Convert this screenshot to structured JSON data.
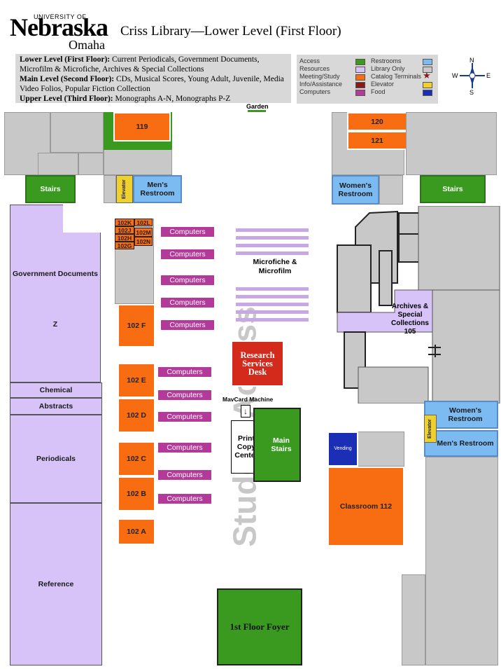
{
  "logo": {
    "university": "UNIVERSITY OF",
    "name": "Nebraska",
    "city": "Omaha"
  },
  "title": "Criss Library—Lower Level (First Floor)",
  "levels": [
    {
      "label": "Lower Level (First Floor):",
      "text": " Current Periodicals, Government Documents, Microfilm & Microfiche, Archives & Special Collections"
    },
    {
      "label": "Main Level (Second Floor):",
      "text": " CDs, Musical Scores, Young Adult, Juvenile, Media Video Folios, Popular Fiction Collection"
    },
    {
      "label": "Upper Level (Third Floor):",
      "text": " Monographs A-N, Monographs P-Z"
    }
  ],
  "legend": {
    "items": [
      {
        "label": "Access",
        "color": "#3a9a20",
        "icon": ""
      },
      {
        "label": "Resources",
        "color": "#d7c3f7",
        "icon": ""
      },
      {
        "label": "Meeting/Study",
        "color": "#f86c12",
        "icon": ""
      },
      {
        "label": "Info/Assistance",
        "color": "#d42a1c",
        "icon": ""
      },
      {
        "label": "Computers",
        "color": "#b43a9a",
        "icon": ""
      },
      {
        "label": "Restrooms",
        "color": "#7cbaf2",
        "icon": ""
      },
      {
        "label": "Library Only",
        "color": "#c8c8c8",
        "icon": ""
      },
      {
        "label": "Catalog Terminals",
        "color": "",
        "icon": "star-icon"
      },
      {
        "label": "Elevator",
        "color": "#f0d02a",
        "icon": ""
      },
      {
        "label": "Food",
        "color": "#1a2fb6",
        "icon": ""
      }
    ]
  },
  "compass": {
    "n": "N",
    "s": "S",
    "e": "E",
    "w": "W"
  },
  "rooms": {
    "garden": "Garden",
    "r119": "119",
    "r120": "120",
    "r121": "121",
    "stairs_left": "Stairs",
    "stairs_right": "Stairs",
    "elevator": "Elevator",
    "mens_restroom_top": "Men's Restroom",
    "womens_restroom_top": "Women's Restroom",
    "gov_docs": "Government Documents",
    "z": "Z",
    "chemical": "Chemical",
    "abstracts": "Abstracts",
    "periodicals": "Periodicals",
    "reference": "Reference",
    "r102k": "102K",
    "r102l": "102L",
    "r102j": "102J",
    "r102m": "102M",
    "r102h": "102H",
    "r102n": "102N",
    "r102g": "102G",
    "r102f": "102 F",
    "r102e": "102 E",
    "r102d": "102 D",
    "r102c": "102 C",
    "r102b": "102 B",
    "r102a": "102 A",
    "computers": "Computers",
    "microfiche": "Microfiche & Microfilm",
    "archives": "Archives & Special Collections 105",
    "research_desk": "Research Services Desk",
    "mavcard": "MavCard Machine",
    "print_copy": "Print Copy Center",
    "main_stairs": "Main Stairs",
    "womens_restroom_right": "Women's Restroom",
    "mens_restroom_right": "Men's Restroom",
    "elevator_right": "Elevator",
    "food": "Vending",
    "classroom": "Classroom 112",
    "foyer": "1st Floor Foyer",
    "student_access": "Student Access"
  }
}
